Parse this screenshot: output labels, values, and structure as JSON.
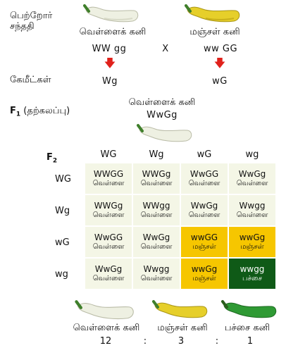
{
  "parental": {
    "label_line1": "பெற்றோர்",
    "label_line2": "சந்ததி",
    "white_name": "வெள்ளைக் கனி",
    "yellow_name": "மஞ்சள் கனி",
    "white_genotype": "WW gg",
    "cross_symbol": "X",
    "yellow_genotype": "ww GG"
  },
  "gametes": {
    "label": "கேமீட்கள்",
    "white_gamete": "Wg",
    "yellow_gamete": "wG"
  },
  "f1": {
    "label_main": "F",
    "label_sub": "1",
    "label_rest": " (தற்கலப்பு)",
    "name": "வெள்ளைக் கனி",
    "genotype": "WwGg"
  },
  "f2": {
    "label_main": "F",
    "label_sub": "2",
    "columns": [
      "WG",
      "Wg",
      "wG",
      "wg"
    ],
    "rows": [
      "WG",
      "Wg",
      "wG",
      "wg"
    ],
    "cells": [
      [
        {
          "g": "WWGG",
          "p": "வெள்ளை",
          "c": "white"
        },
        {
          "g": "WWGg",
          "p": "வெள்ளை",
          "c": "white"
        },
        {
          "g": "WwGG",
          "p": "வெள்ளை",
          "c": "white"
        },
        {
          "g": "WwGg",
          "p": "வெள்ளை",
          "c": "white"
        }
      ],
      [
        {
          "g": "WWGg",
          "p": "வெள்ளை",
          "c": "white"
        },
        {
          "g": "WWgg",
          "p": "வெள்ளை",
          "c": "white"
        },
        {
          "g": "WwGg",
          "p": "வெள்ளை",
          "c": "white"
        },
        {
          "g": "Wwgg",
          "p": "வெள்ளை",
          "c": "white"
        }
      ],
      [
        {
          "g": "WwGG",
          "p": "வெள்ளை",
          "c": "white"
        },
        {
          "g": "WwGg",
          "p": "வெள்ளை",
          "c": "white"
        },
        {
          "g": "wwGG",
          "p": "மஞ்சள்",
          "c": "yellow"
        },
        {
          "g": "wwGg",
          "p": "மஞ்சள்",
          "c": "yellow"
        }
      ],
      [
        {
          "g": "WwGg",
          "p": "வெள்ளை",
          "c": "white"
        },
        {
          "g": "Wwgg",
          "p": "வெள்ளை",
          "c": "white"
        },
        {
          "g": "wwGg",
          "p": "மஞ்சள்",
          "c": "yellow"
        },
        {
          "g": "wwgg",
          "p": "பச்சை",
          "c": "green"
        }
      ]
    ]
  },
  "ratio": {
    "white_label": "வெள்ளைக் கனி",
    "yellow_label": "மஞ்சள் கனி",
    "green_label": "பச்சை கனி",
    "white_value": "12",
    "sep1": ":",
    "yellow_value": "3",
    "sep2": ":",
    "green_value": "1"
  },
  "colors": {
    "arrow": "#e0211b",
    "white_cell": "#f4f6e6",
    "yellow_cell": "#f6c600",
    "green_cell": "#0f5a17"
  }
}
